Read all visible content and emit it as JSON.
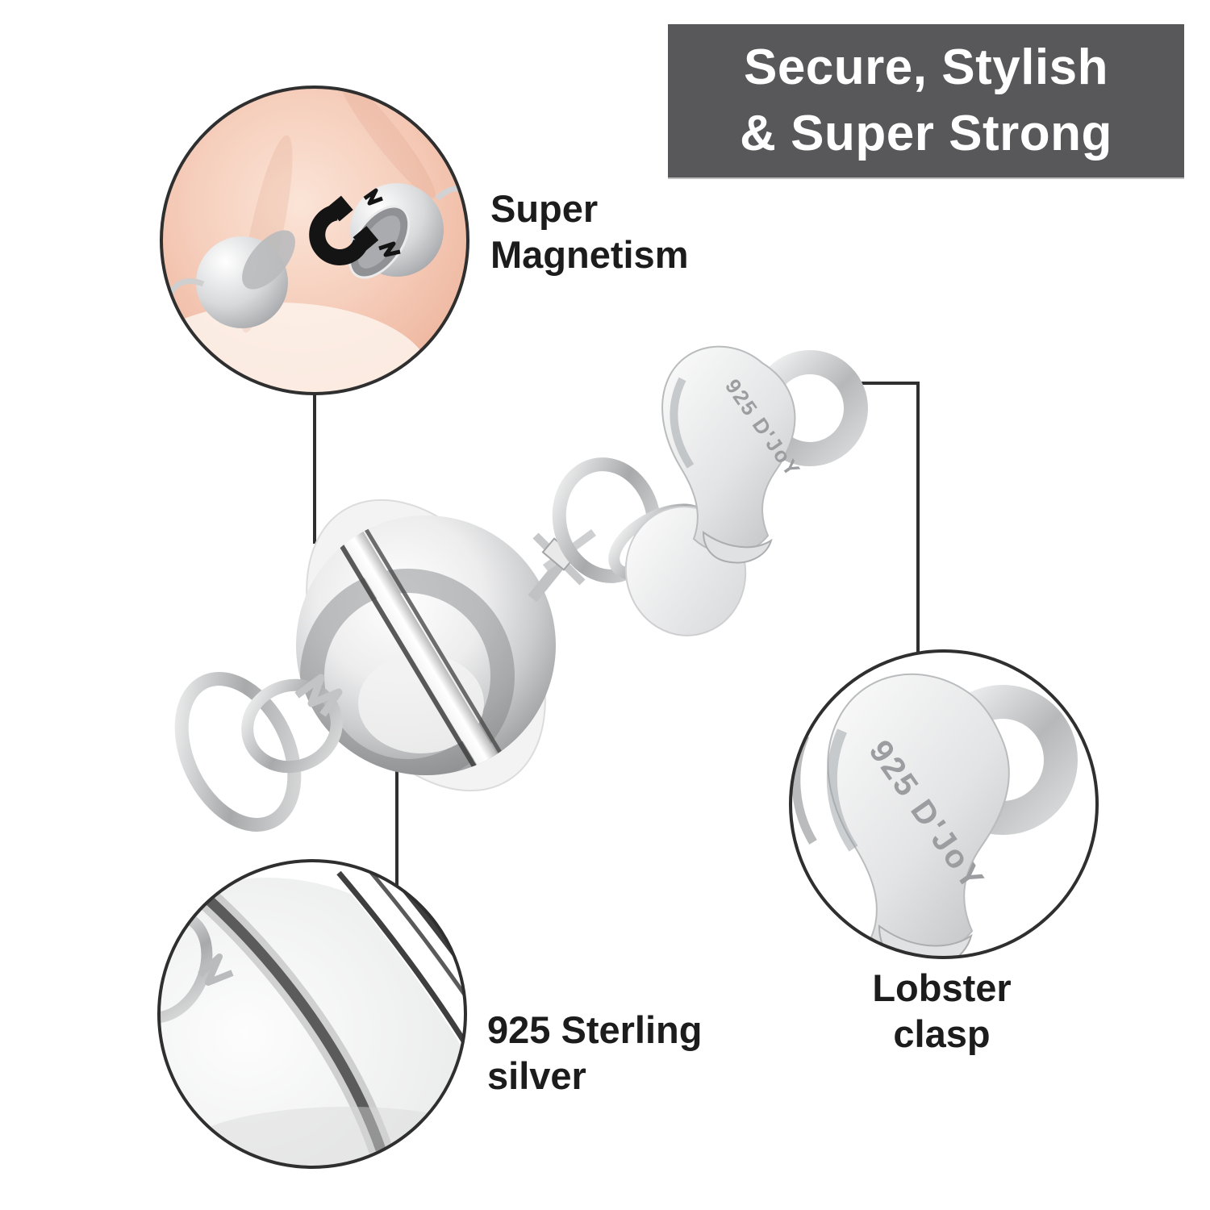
{
  "banner": {
    "line1": "Secure, Stylish",
    "line2": "& Super Strong"
  },
  "labels": {
    "magnetism": {
      "line1": "Super",
      "line2": "Magnetism"
    },
    "silver": {
      "line1": "925 Sterling",
      "line2": "silver"
    },
    "lobster": {
      "line1": "Lobster",
      "line2": "clasp"
    }
  },
  "engraving": {
    "text": "925 D'JoY"
  },
  "product": {
    "parts": [
      "magnetic ball clasp",
      "jump rings",
      "round disc tag",
      "lobster clasp"
    ],
    "insets": [
      "fingers-holding-magnet-halves",
      "ball-seam-closeup",
      "lobster-clasp-closeup"
    ]
  },
  "colors": {
    "banner-bg": "#58585a",
    "banner-text": "#ffffff",
    "label-text": "#1c1c1c",
    "line": "#2f2f2f",
    "inset-border": "#2f2f2f",
    "engraving-text": "#9b9da0",
    "skin": "#f6cfbd",
    "skin-deep": "#e8a98f",
    "silver-light": "#ffffff",
    "silver-mid": "#c9cbcd",
    "silver-dark": "#8e9093",
    "magnet-icon": "#141414",
    "background": "#ffffff"
  }
}
